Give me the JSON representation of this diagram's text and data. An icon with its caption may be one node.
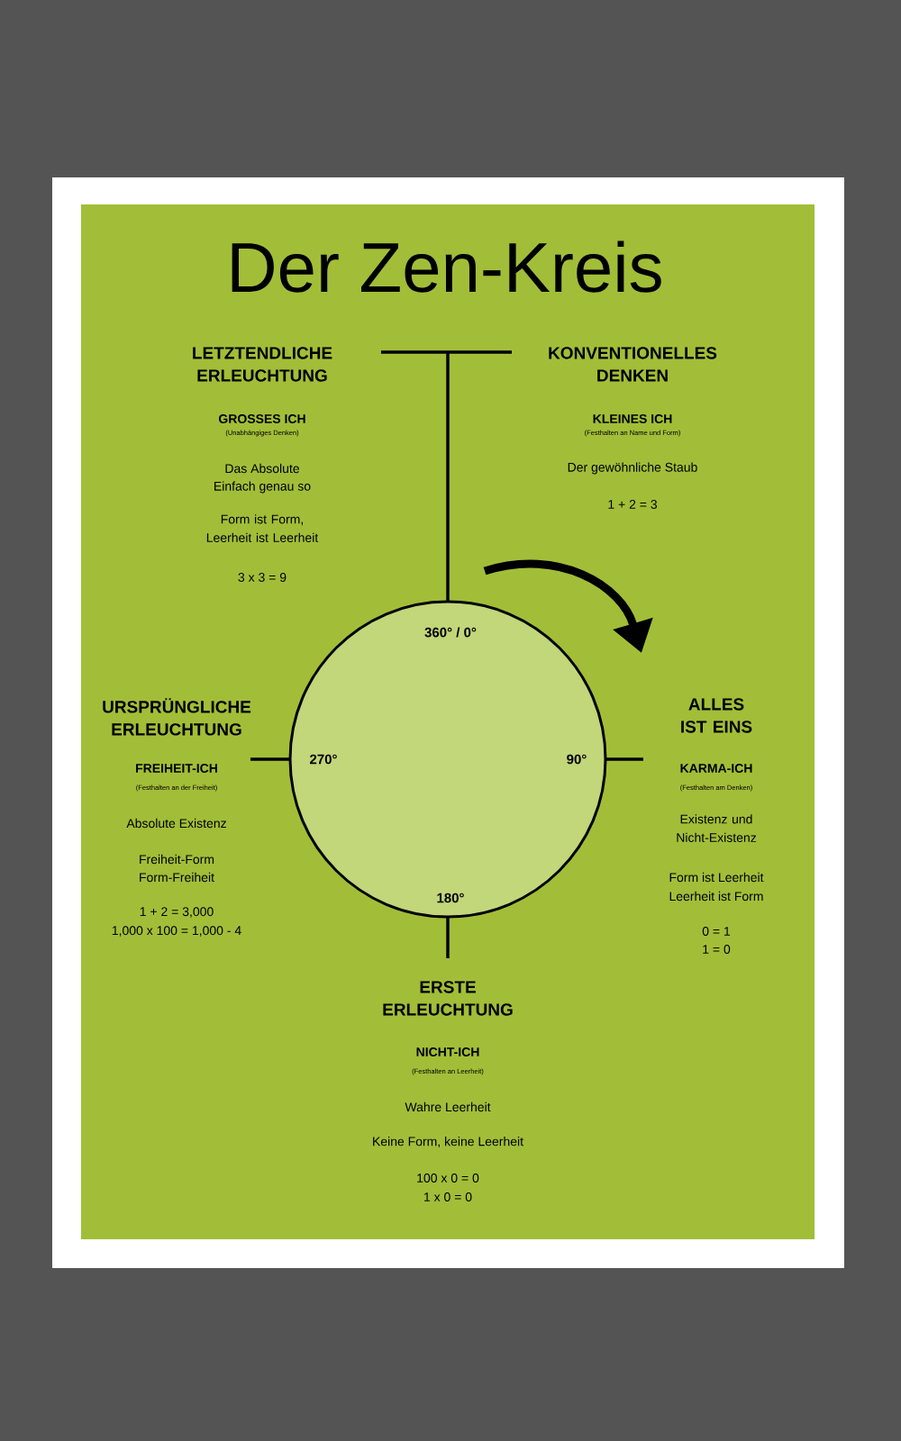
{
  "diagram": {
    "title": "Der Zen-Kreis",
    "nodes": [
      {
        "text": [
          "360° / 0°",
          "90°",
          "180°",
          "270°"
        ]
      }
    ],
    "labels": [
      "LETZTENDLICHE ERLEUCHTUNG",
      "GROSSES ICH",
      "(Unabhängiges Denken)",
      "Das Absolute",
      "Einfach genau so",
      "Form ist Form, Leerheit ist Leerheit",
      "3 x 3 = 9",
      "KONVENTIONELLES DENKEN",
      "KLEINES ICH",
      "(Festhalten an Name und Form)",
      "Der gewöhnliche Staub",
      "1 + 2 = 3",
      "URSPRÜNGLICHE ERLEUCHTUNG",
      "FREIHEIT-ICH",
      "(Festhalten an der Freiheit)",
      "Absolute Existenz",
      "Freiheit-Form",
      "Form-Freiheit",
      "1 + 2 = 3,000",
      "1,000 x 100 = 1,000 - 4",
      "ALLES IST EINS",
      "KARMA-ICH",
      "(Festhalten am Denken)",
      "Existenz und Nicht-Existenz",
      "Form ist Leerheit",
      "Leerheit ist Form",
      "0 = 1",
      "1 = 0",
      "ERSTE ERLEUCHTUNG",
      "NICHT-ICH",
      "(Festhalten an Leerheit)",
      "Wahre Leerheit",
      "Keine Form, keine Leerheit",
      "100 x 0 = 0",
      "1 x 0 = 0"
    ]
  }
}
